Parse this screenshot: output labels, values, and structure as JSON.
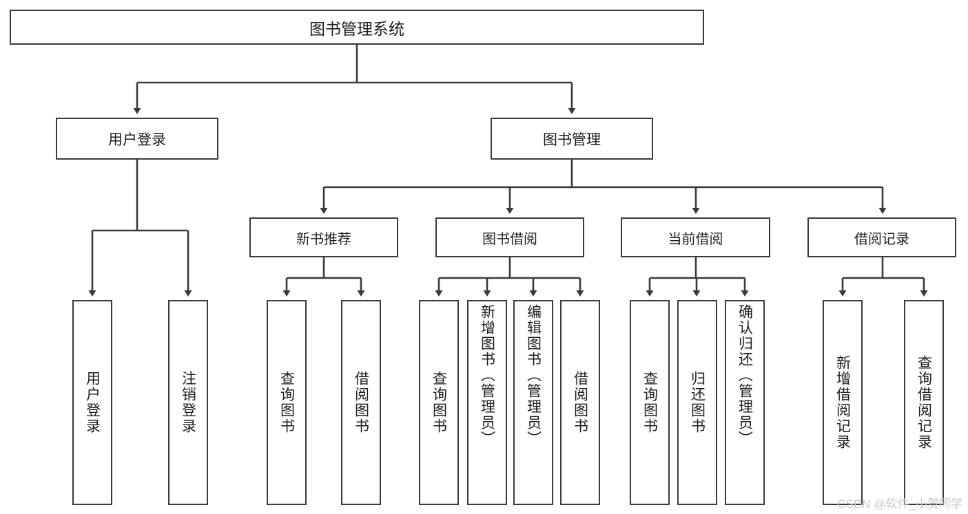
{
  "diagram": {
    "title": "图书管理系统",
    "root": {
      "label": "图书管理系统"
    },
    "level2": [
      {
        "label": "用户登录"
      },
      {
        "label": "图书管理"
      }
    ],
    "level3": [
      {
        "label": "新书推荐"
      },
      {
        "label": "图书借阅"
      },
      {
        "label": "当前借阅"
      },
      {
        "label": "借阅记录"
      }
    ],
    "leaves": [
      {
        "label": "用户登录"
      },
      {
        "label": "注销登录"
      },
      {
        "label": "查询图书"
      },
      {
        "label": "借阅图书"
      },
      {
        "label": "查询图书"
      },
      {
        "label": "新增图书（管理员）"
      },
      {
        "label": "编辑图书（管理员）"
      },
      {
        "label": "借阅图书"
      },
      {
        "label": "查询图书"
      },
      {
        "label": "归还图书"
      },
      {
        "label": "确认归还（管理员）"
      },
      {
        "label": "新增借阅记录"
      },
      {
        "label": "查询借阅记录"
      }
    ]
  },
  "watermark": {
    "text": "CSDN @软件_小贺同学"
  },
  "colors": {
    "stroke": "#3a3a3a",
    "fill": "#ffffff",
    "text": "#1d1d1d",
    "watermark": "#c9c9c9"
  }
}
